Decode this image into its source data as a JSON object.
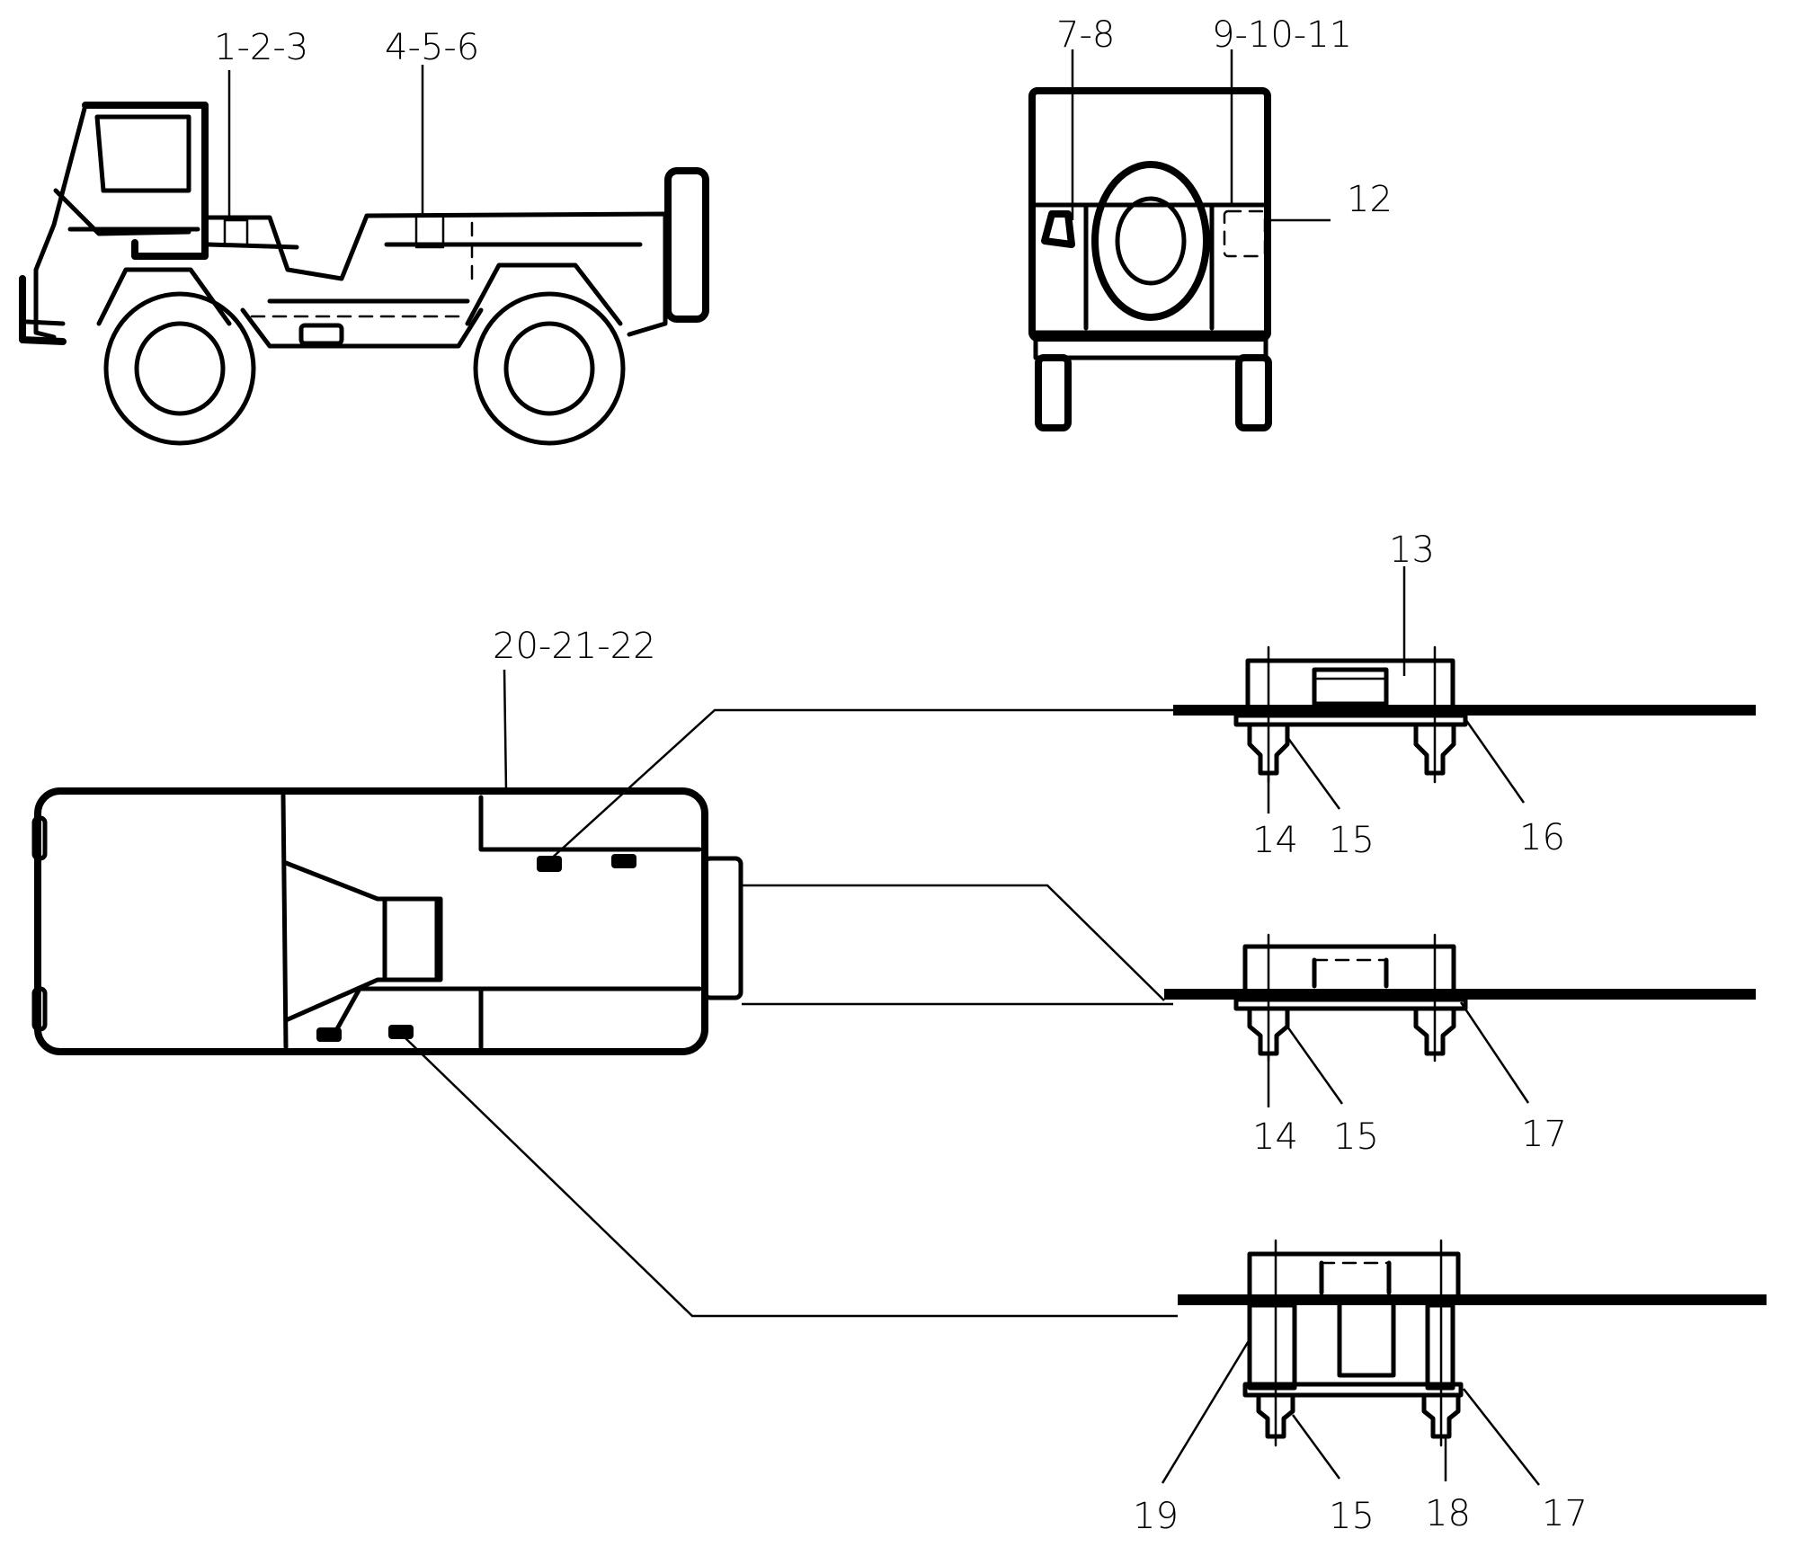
{
  "diagram": {
    "colors": {
      "ink": "#000000",
      "paper": "#ffffff"
    },
    "side_view": {
      "callouts": [
        {
          "id": "c-1-2-3",
          "text": "1-2-3"
        },
        {
          "id": "c-4-5-6",
          "text": "4-5-6"
        }
      ]
    },
    "rear_view": {
      "callouts": [
        {
          "id": "c-7-8",
          "text": "7-8"
        },
        {
          "id": "c-9-10-11",
          "text": "9-10-11"
        },
        {
          "id": "c-12",
          "text": "12"
        }
      ]
    },
    "top_view": {
      "callouts": [
        {
          "id": "c-20-21-22",
          "text": "20-21-22"
        }
      ]
    },
    "detail_a": {
      "callouts": [
        {
          "id": "a-13",
          "text": "13"
        },
        {
          "id": "a-14",
          "text": "14"
        },
        {
          "id": "a-15",
          "text": "15"
        },
        {
          "id": "a-16",
          "text": "16"
        }
      ]
    },
    "detail_b": {
      "callouts": [
        {
          "id": "b-14",
          "text": "14"
        },
        {
          "id": "b-15",
          "text": "15"
        },
        {
          "id": "b-17",
          "text": "17"
        }
      ]
    },
    "detail_c": {
      "callouts": [
        {
          "id": "c-19",
          "text": "19"
        },
        {
          "id": "c-15",
          "text": "15"
        },
        {
          "id": "c-18",
          "text": "18"
        },
        {
          "id": "c-17",
          "text": "17"
        }
      ]
    }
  }
}
